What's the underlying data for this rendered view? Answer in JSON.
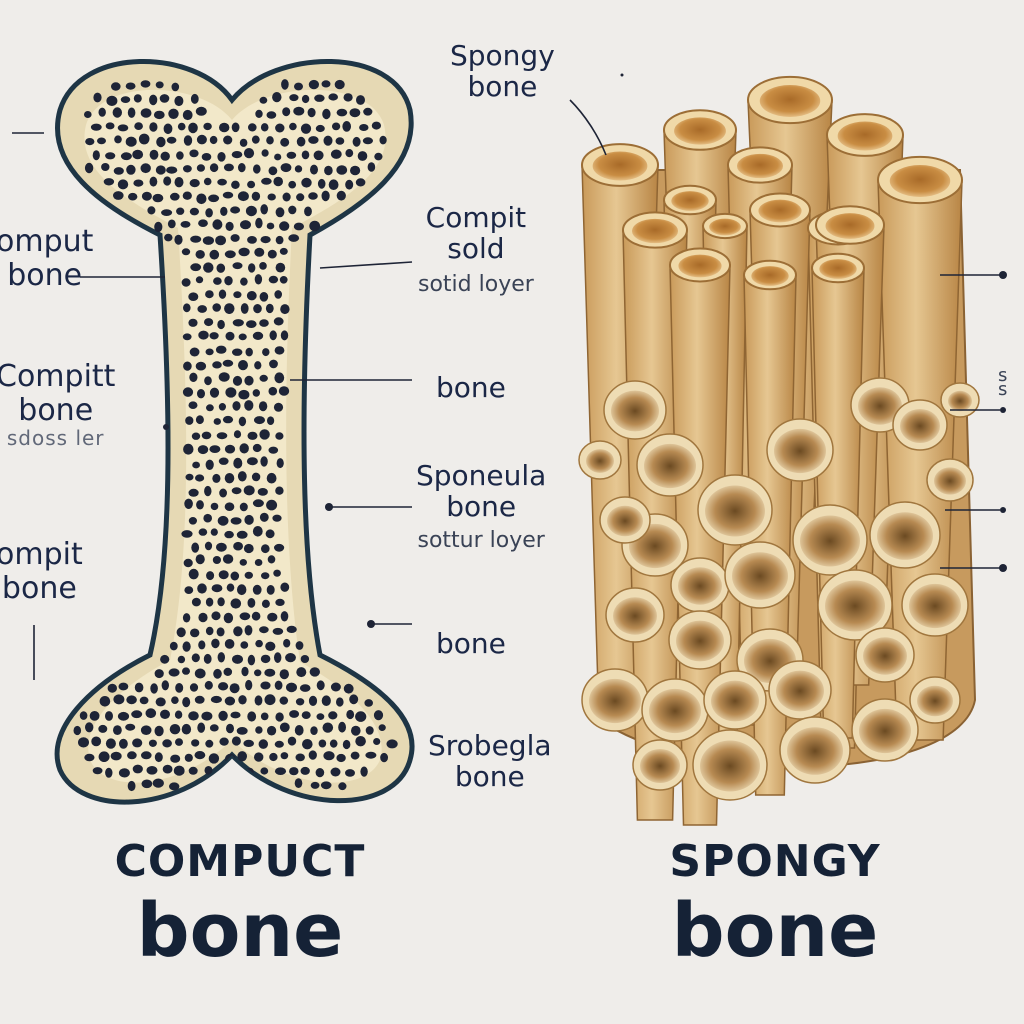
{
  "colors": {
    "background": "#efedea",
    "bone_outline": "#1e3545",
    "bone_fill": "#ece2c4",
    "pore": "#1e2436",
    "spongy_tube": "#d9b47c",
    "spongy_inner": "#c6873a",
    "label_text": "#1b2746"
  },
  "left_labels": [
    {
      "lines": [
        "omput",
        "bone"
      ]
    },
    {
      "lines": [
        "Compitt",
        "bone"
      ],
      "sub": "sdoss ler"
    },
    {
      "lines": [
        "ompit",
        "bone"
      ]
    }
  ],
  "center_labels": [
    {
      "lines": [
        "Spongy",
        "bone"
      ]
    },
    {
      "lines": [
        "Compit",
        "sold"
      ],
      "sub": "sotid loyer"
    },
    {
      "lines": [
        "bone"
      ]
    },
    {
      "lines": [
        "Sponeula",
        "bone"
      ],
      "sub": "sottur loyer"
    },
    {
      "lines": [
        "bone"
      ]
    },
    {
      "lines": [
        "Srobegla",
        "bone"
      ]
    }
  ],
  "right_edge_marks": [
    "s",
    "s"
  ],
  "titles": {
    "compact": {
      "line1": "COMPUCT",
      "line2": "bone"
    },
    "spongy": {
      "line1": "SPONGY",
      "line2": "bone"
    }
  },
  "icons": [
    "compact-bone-illustration",
    "spongy-bone-illustration"
  ]
}
